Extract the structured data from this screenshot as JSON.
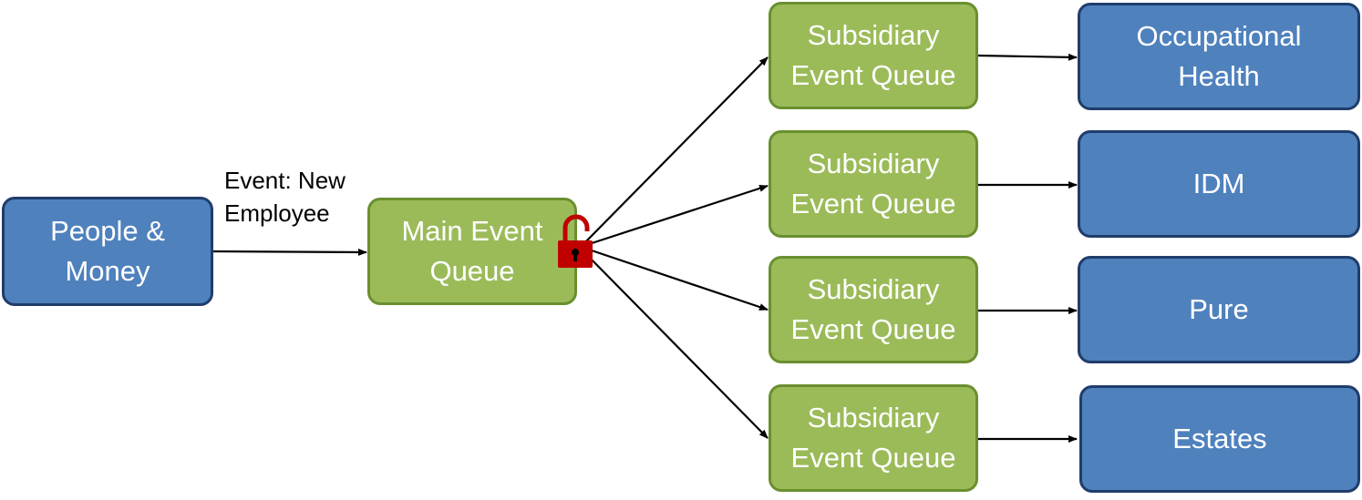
{
  "source": {
    "label_line1": "People &",
    "label_line2": "Money"
  },
  "edge_label": {
    "line1": "Event: New",
    "line2": "Employee"
  },
  "main_queue": {
    "label_line1": "Main Event",
    "label_line2": "Queue"
  },
  "subsidiary_queues": [
    {
      "line1": "Subsidiary",
      "line2": "Event Queue"
    },
    {
      "line1": "Subsidiary",
      "line2": "Event Queue"
    },
    {
      "line1": "Subsidiary",
      "line2": "Event Queue"
    },
    {
      "line1": "Subsidiary",
      "line2": "Event Queue"
    }
  ],
  "consumers": [
    {
      "line1": "Occupational",
      "line2": "Health"
    },
    {
      "line1": "IDM",
      "line2": ""
    },
    {
      "line1": "Pure",
      "line2": ""
    },
    {
      "line1": "Estates",
      "line2": ""
    }
  ],
  "colors": {
    "blue_fill": "#4f81bd",
    "green_fill": "#9bbb59",
    "lock": "#c00000",
    "arrow": "#000000"
  },
  "icons": {
    "lock": "unlocked-padlock-icon"
  }
}
